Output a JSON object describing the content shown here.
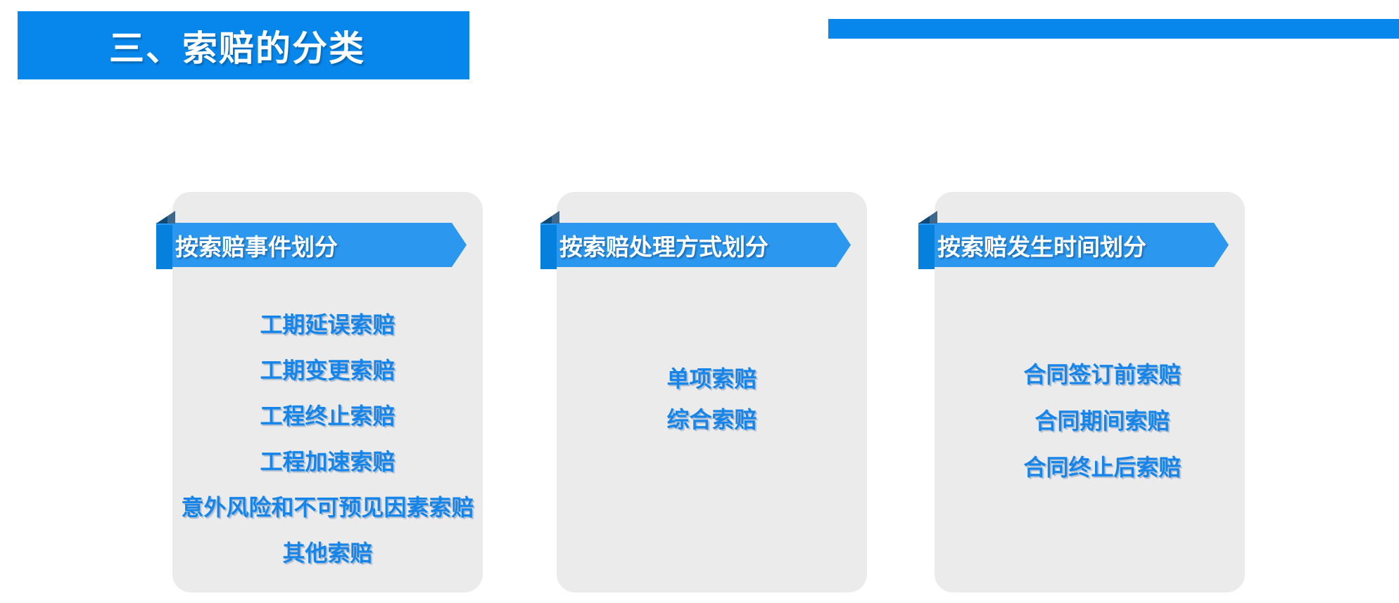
{
  "slide": {
    "title": "三、索赔的分类"
  },
  "colors": {
    "accent": "#0787ec",
    "ribbon": "#2b97ee",
    "ribbon_tab": "#0581dd",
    "fold_dark": "#0d4a78",
    "fold_light": "#3f678c",
    "card_bg": "#ebebeb",
    "item_text": "#1685e9",
    "header_text": "#ffffff"
  },
  "cards": [
    {
      "header": "按索赔事件划分",
      "items": [
        "工期延误索赔",
        "工期变更索赔",
        "工程终止索赔",
        "工程加速索赔",
        "意外风险和不可预见因素索赔",
        "其他索赔"
      ]
    },
    {
      "header": "按索赔处理方式划分",
      "items": [
        "单项索赔",
        "综合索赔"
      ]
    },
    {
      "header": "按索赔发生时间划分",
      "items": [
        "合同签订前索赔",
        "合同期间索赔",
        "合同终止后索赔"
      ]
    }
  ]
}
